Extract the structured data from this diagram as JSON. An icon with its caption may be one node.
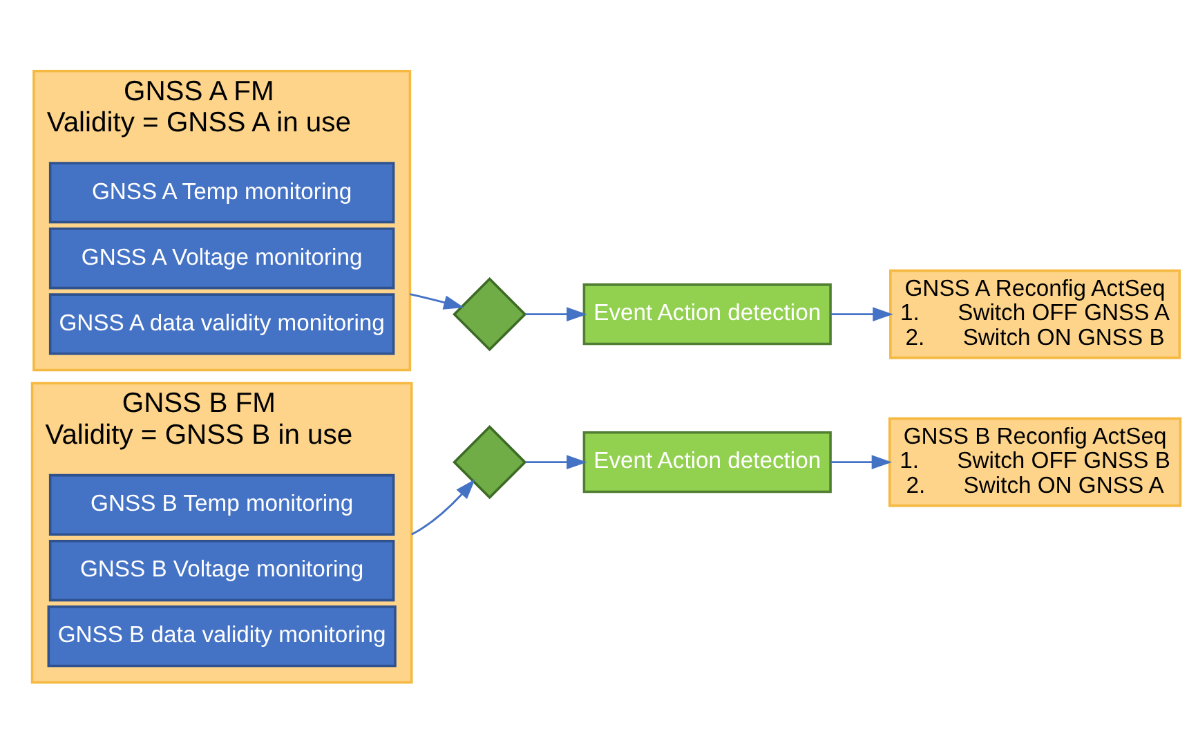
{
  "diagram": {
    "nodes": [
      {
        "text": [
          "GNSS A FM",
          "Validity = GNSS A in use"
        ]
      },
      {
        "text": [
          "GNSS A Temp monitoring"
        ],
        "in": 0
      },
      {
        "text": [
          "GNSS A Voltage monitoring"
        ],
        "in": 0
      },
      {
        "text": [
          "GNSS A data validity monitoring"
        ],
        "in": 0
      },
      {
        "text": [],
        "shape": "diamond"
      },
      {
        "text": [
          "Event Action detection"
        ]
      },
      {
        "text": [
          "GNSS A Reconfig ActSeq",
          "1.      Switch OFF GNSS A",
          "2.      Switch ON GNSS B"
        ]
      },
      {
        "text": [
          "GNSS B FM",
          "Validity = GNSS B in use"
        ]
      },
      {
        "text": [
          "GNSS B Temp monitoring"
        ],
        "in": 7
      },
      {
        "text": [
          "GNSS B Voltage monitoring"
        ],
        "in": 7
      },
      {
        "text": [
          "GNSS B data validity monitoring"
        ],
        "in": 7
      },
      {
        "text": [],
        "shape": "diamond"
      },
      {
        "text": [
          "Event Action detection"
        ]
      },
      {
        "text": [
          "GNSS B Reconfig ActSeq",
          "1.      Switch OFF GNSS B",
          "2.      Switch ON GNSS A"
        ]
      }
    ],
    "edges": [
      {
        "from": 0,
        "to": 4,
        "arrow": "to"
      },
      {
        "from": 4,
        "to": 5,
        "arrow": "to"
      },
      {
        "from": 5,
        "to": 6,
        "arrow": "to"
      },
      {
        "from": 7,
        "to": 11,
        "arrow": "to"
      },
      {
        "from": 11,
        "to": 12,
        "arrow": "to"
      },
      {
        "from": 12,
        "to": 13,
        "arrow": "to"
      }
    ]
  }
}
